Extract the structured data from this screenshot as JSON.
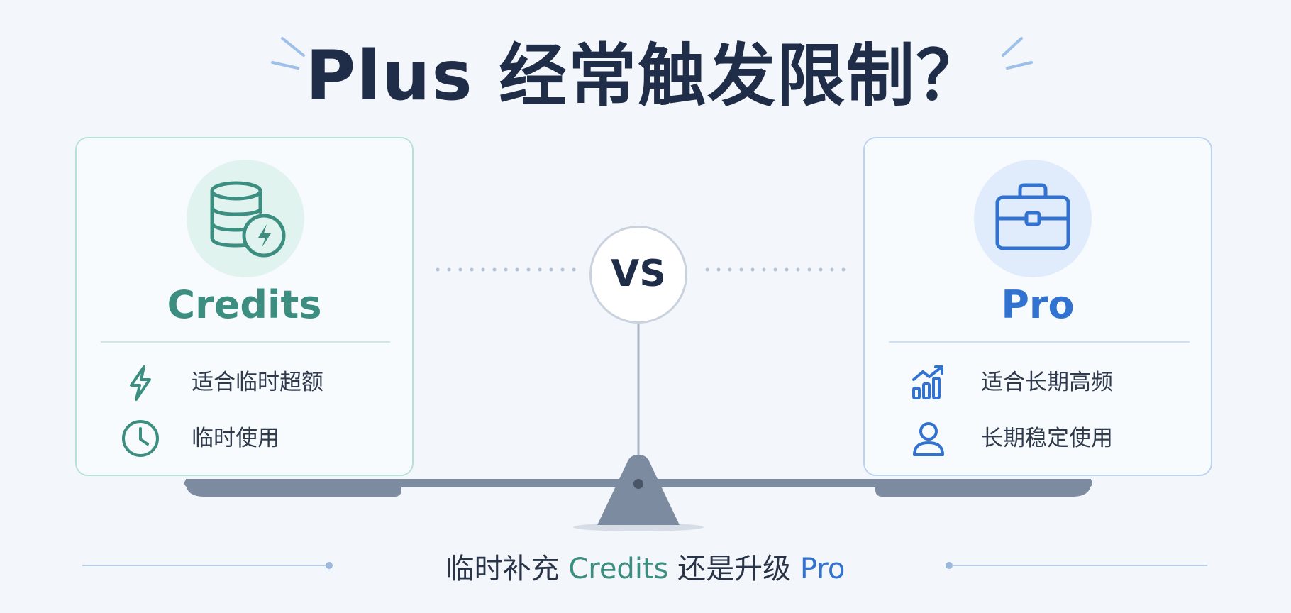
{
  "title": "Plus 经常触发限制？",
  "vs_label": "VS",
  "left_card": {
    "title": "Credits",
    "icon": "database-lightning-icon",
    "features": [
      {
        "icon": "lightning-icon",
        "text": "适合临时超额"
      },
      {
        "icon": "clock-icon",
        "text": "临时使用"
      }
    ]
  },
  "right_card": {
    "title": "Pro",
    "icon": "briefcase-icon",
    "features": [
      {
        "icon": "bar-chart-growth-icon",
        "text": "适合长期高频"
      },
      {
        "icon": "user-icon",
        "text": "长期稳定使用"
      }
    ]
  },
  "subtitle": {
    "part1": "临时补充 ",
    "credits": "Credits",
    "part2": " 还是升级 ",
    "pro": "Pro"
  },
  "colors": {
    "title": "#1f2d48",
    "credits_accent": "#3c8f80",
    "pro_accent": "#3273d2",
    "scale": "#7d8ba0",
    "background": "#f3f6fa"
  }
}
